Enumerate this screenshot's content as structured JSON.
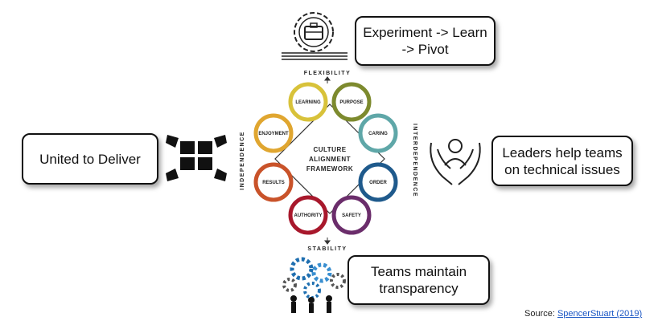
{
  "callouts": {
    "top": "Experiment -> Learn -> Pivot",
    "left": "United to Deliver",
    "right": "Leaders help teams on technical issues",
    "bottom": "Teams maintain transparency"
  },
  "framework": {
    "center_lines": [
      "CULTURE",
      "ALIGNMENT",
      "FRAMEWORK"
    ],
    "axis": {
      "top": "FLEXIBILITY",
      "bottom": "STABILITY",
      "left": "INDEPENDENCE",
      "right": "INTERDEPENDENCE"
    },
    "styles": [
      {
        "label": "LEARNING",
        "color": "#d8c23a"
      },
      {
        "label": "PURPOSE",
        "color": "#7d8a2e"
      },
      {
        "label": "CARING",
        "color": "#5fa7a8"
      },
      {
        "label": "ORDER",
        "color": "#1f5a8c"
      },
      {
        "label": "SAFETY",
        "color": "#6b2d6b"
      },
      {
        "label": "AUTHORITY",
        "color": "#a8182c"
      },
      {
        "label": "RESULTS",
        "color": "#c9532a"
      },
      {
        "label": "ENJOYMENT",
        "color": "#e0a630"
      }
    ]
  },
  "source": {
    "prefix": "Source: ",
    "link": "SpencerStuart (2019)"
  },
  "icons": [
    "gear-briefcase-icon",
    "puzzle-hands-icon",
    "caring-hands-icon",
    "gears-team-icon"
  ]
}
